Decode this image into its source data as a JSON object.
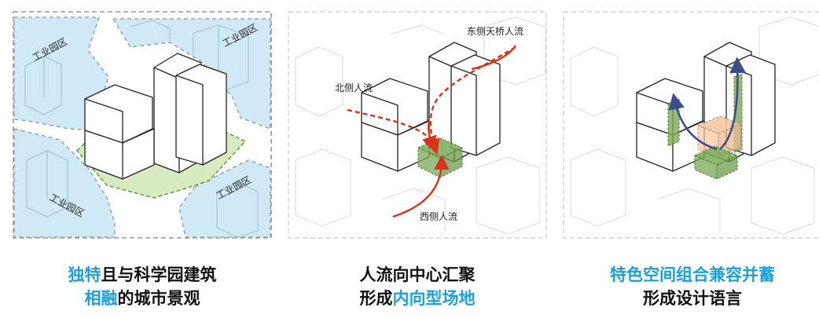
{
  "colors": {
    "accent": "#1aa0dc",
    "industrial_zone": "#cfe9f6",
    "site_green": "#cfe4b8",
    "green_square": "#7aaa55",
    "flow_red": "#d83318",
    "flow_blue": "#3d4d8c",
    "space_peach": "#f4c9a4"
  },
  "panel1": {
    "labels": [
      "工业园区",
      "工业园区",
      "工业园区",
      "工业园区"
    ]
  },
  "panel2": {
    "labels": {
      "east_bridge": "东侧天桥人流",
      "north": "北侧人流",
      "west": "西侧人流"
    }
  },
  "captions": {
    "c1": {
      "line1_hl": "独特",
      "line1_rest": "且与科学园建筑",
      "line2_hl": "相融",
      "line2_rest": "的城市景观"
    },
    "c2": {
      "line1": "人流向中心汇聚",
      "line2_pre": "形成",
      "line2_hl": "内向型场地"
    },
    "c3": {
      "line1_hl": "特色空间组合兼容并蓄",
      "line2": "形成设计语言"
    }
  }
}
